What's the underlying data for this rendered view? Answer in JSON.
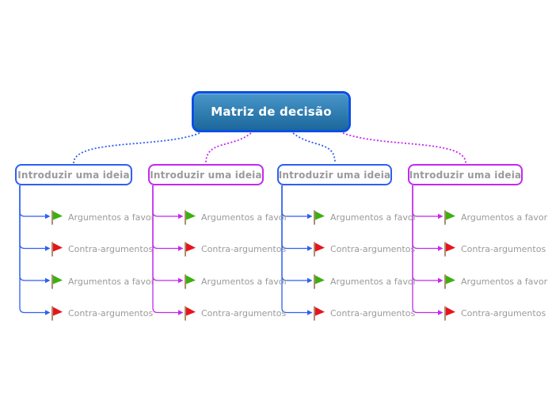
{
  "diagram": {
    "root": {
      "label": "Matriz de decisão",
      "border_color": "#0a4fe4",
      "fill_top": "#4796ca",
      "fill_bottom": "#1c679b",
      "text_color": "#ffffff"
    },
    "branches": [
      {
        "label": "Introduzir uma ideia",
        "color": "#2e5ff2",
        "items": [
          {
            "type": "pro",
            "icon": "green-flag-icon",
            "label": "Argumentos a favor"
          },
          {
            "type": "con",
            "icon": "red-flag-icon",
            "label": "Contra-argumentos"
          },
          {
            "type": "pro",
            "icon": "green-flag-icon",
            "label": "Argumentos a favor"
          },
          {
            "type": "con",
            "icon": "red-flag-icon",
            "label": "Contra-argumentos"
          }
        ]
      },
      {
        "label": "Introduzir uma ideia",
        "color": "#c428f0",
        "items": [
          {
            "type": "pro",
            "icon": "green-flag-icon",
            "label": "Argumentos a favor"
          },
          {
            "type": "con",
            "icon": "red-flag-icon",
            "label": "Contra-argumentos"
          },
          {
            "type": "pro",
            "icon": "green-flag-icon",
            "label": "Argumentos a favor"
          },
          {
            "type": "con",
            "icon": "red-flag-icon",
            "label": "Contra-argumentos"
          }
        ]
      },
      {
        "label": "Introduzir uma ideia",
        "color": "#2e5ff2",
        "items": [
          {
            "type": "pro",
            "icon": "green-flag-icon",
            "label": "Argumentos a favor"
          },
          {
            "type": "con",
            "icon": "red-flag-icon",
            "label": "Contra-argumentos"
          },
          {
            "type": "pro",
            "icon": "green-flag-icon",
            "label": "Argumentos a favor"
          },
          {
            "type": "con",
            "icon": "red-flag-icon",
            "label": "Contra-argumentos"
          }
        ]
      },
      {
        "label": "Introduzir uma ideia",
        "color": "#c428f0",
        "items": [
          {
            "type": "pro",
            "icon": "green-flag-icon",
            "label": "Argumentos a favor"
          },
          {
            "type": "con",
            "icon": "red-flag-icon",
            "label": "Contra-argumentos"
          },
          {
            "type": "pro",
            "icon": "green-flag-icon",
            "label": "Argumentos a favor"
          },
          {
            "type": "con",
            "icon": "red-flag-icon",
            "label": "Contra-argumentos"
          }
        ]
      }
    ],
    "colors": {
      "pro_flag": "#3cb00f",
      "con_flag": "#e8141b",
      "flag_pole": "#96714f",
      "item_text": "#9a9a9a",
      "branch_text": "#9a9a9a"
    },
    "connector_style": "dotted"
  }
}
